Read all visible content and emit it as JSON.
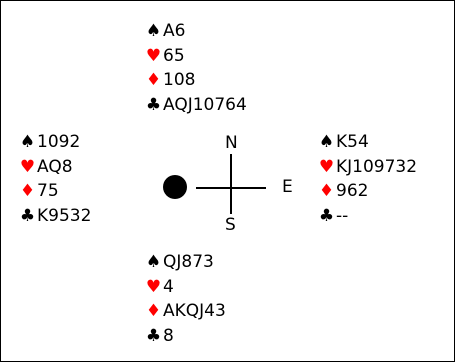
{
  "colors": {
    "black_suit": "#000000",
    "red_suit": "#ff0000",
    "text": "#000000"
  },
  "suit_symbols": {
    "spades": "♠",
    "hearts": "♥",
    "diamonds": "♦",
    "clubs": "♣"
  },
  "north": {
    "spades": "A6",
    "hearts": "65",
    "diamonds": "108",
    "clubs": "AQJ10764"
  },
  "west": {
    "spades": "1092",
    "hearts": "AQ8",
    "diamonds": "75",
    "clubs": "K9532"
  },
  "east": {
    "spades": "K54",
    "hearts": "KJ109732",
    "diamonds": "962",
    "clubs": "--"
  },
  "south": {
    "spades": "QJ873",
    "hearts": "4",
    "diamonds": "AKQJ43",
    "clubs": "8"
  },
  "compass": {
    "n": "N",
    "e": "E",
    "s": "S"
  },
  "turn_indicator": "west"
}
